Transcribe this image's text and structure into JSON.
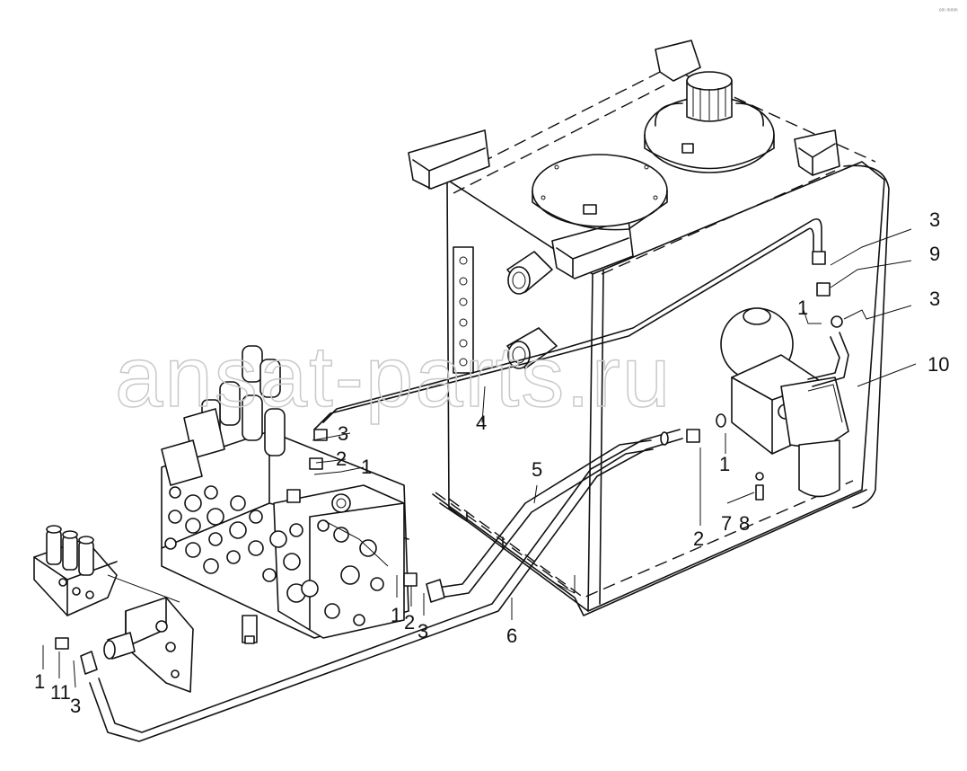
{
  "diagram": {
    "watermark": "ansat-parts.ru",
    "corner_mark": "ᵉᵐ ᵐᵐᵐ",
    "callouts": [
      {
        "id": "c-3a",
        "text": "3"
      },
      {
        "id": "c-9",
        "text": "9"
      },
      {
        "id": "c-1a",
        "text": "1"
      },
      {
        "id": "c-3b",
        "text": "3"
      },
      {
        "id": "c-10",
        "text": "10"
      },
      {
        "id": "c-4",
        "text": "4"
      },
      {
        "id": "c-5",
        "text": "5"
      },
      {
        "id": "c-3c",
        "text": "3"
      },
      {
        "id": "c-2a",
        "text": "2"
      },
      {
        "id": "c-1b",
        "text": "1"
      },
      {
        "id": "c-1c",
        "text": "1"
      },
      {
        "id": "c-2b",
        "text": "2"
      },
      {
        "id": "c-7",
        "text": "7"
      },
      {
        "id": "c-8",
        "text": "8"
      },
      {
        "id": "c-1d",
        "text": "1"
      },
      {
        "id": "c-2c",
        "text": "2"
      },
      {
        "id": "c-3d",
        "text": "3"
      },
      {
        "id": "c-6",
        "text": "6"
      },
      {
        "id": "c-1e",
        "text": "1"
      },
      {
        "id": "c-11",
        "text": "11"
      },
      {
        "id": "c-3e",
        "text": "3"
      }
    ]
  }
}
